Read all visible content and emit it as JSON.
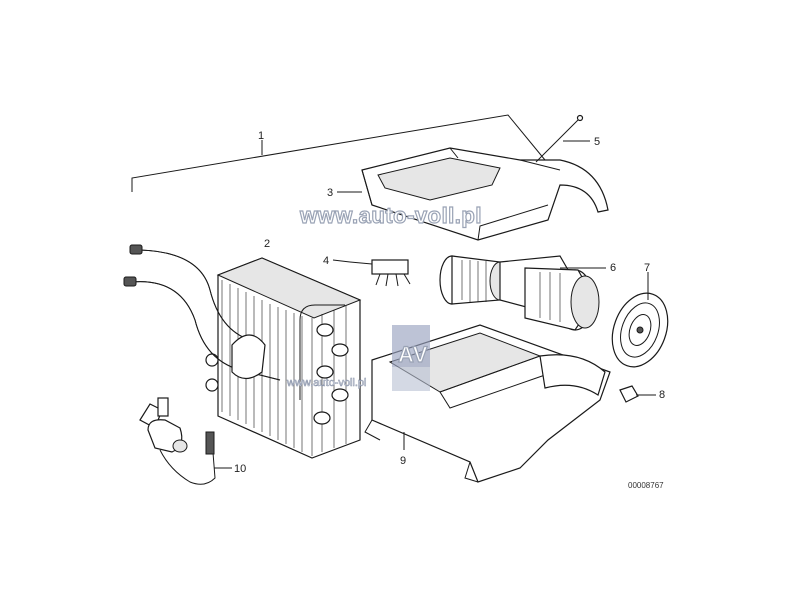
{
  "watermark": {
    "site": "www.auto-voll.pl",
    "logo_letters": "AV",
    "logo_caption": "www.auto-voll.pl"
  },
  "diagram_code": "00008767",
  "callouts": [
    {
      "id": "1",
      "label": "1"
    },
    {
      "id": "2",
      "label": "2"
    },
    {
      "id": "3",
      "label": "3"
    },
    {
      "id": "4",
      "label": "4"
    },
    {
      "id": "5",
      "label": "5"
    },
    {
      "id": "6",
      "label": "6"
    },
    {
      "id": "7",
      "label": "7"
    },
    {
      "id": "8",
      "label": "8"
    },
    {
      "id": "9",
      "label": "9"
    },
    {
      "id": "10",
      "label": "10"
    }
  ],
  "colors": {
    "line": "#1a1a1a",
    "watermark_block": "#9aa3c0"
  }
}
